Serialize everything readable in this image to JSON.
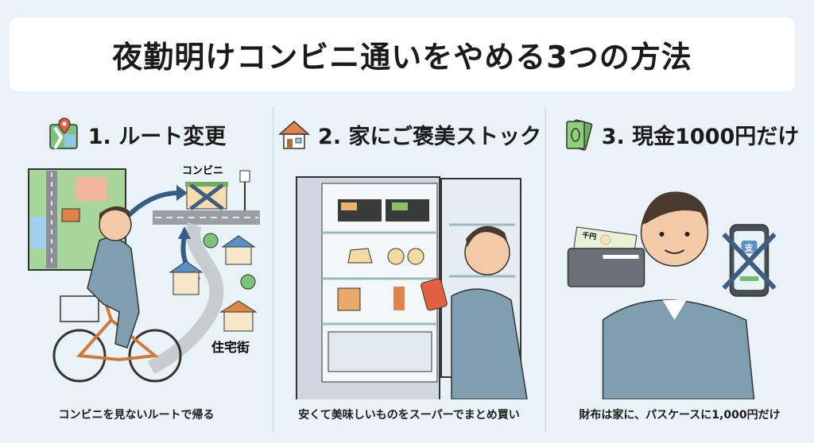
{
  "title": "夜勤明けコンビニ通いをやめる3つの方法",
  "methods": [
    {
      "heading": "1. ルート変更",
      "icon": "map-pin-icon",
      "caption": "コンビニを見ないルートで帰る",
      "labels": {
        "store": "コンビニ",
        "residential": "住宅街"
      }
    },
    {
      "heading": "2. 家にご褒美ストック",
      "icon": "house-icon",
      "caption": "安くて美味しいものをスーパーでまとめ買い"
    },
    {
      "heading": "3. 現金1000円だけ",
      "icon": "cash-icon",
      "caption": "財布は家に、パスケースに1,000円だけ",
      "labels": {
        "bill": "千円",
        "pay_app": "支"
      }
    }
  ],
  "colors": {
    "background": "#e9f3f7",
    "uniform": "#7f9fb0",
    "accent_orange": "#e0834a",
    "cross": "#3f5f80"
  }
}
